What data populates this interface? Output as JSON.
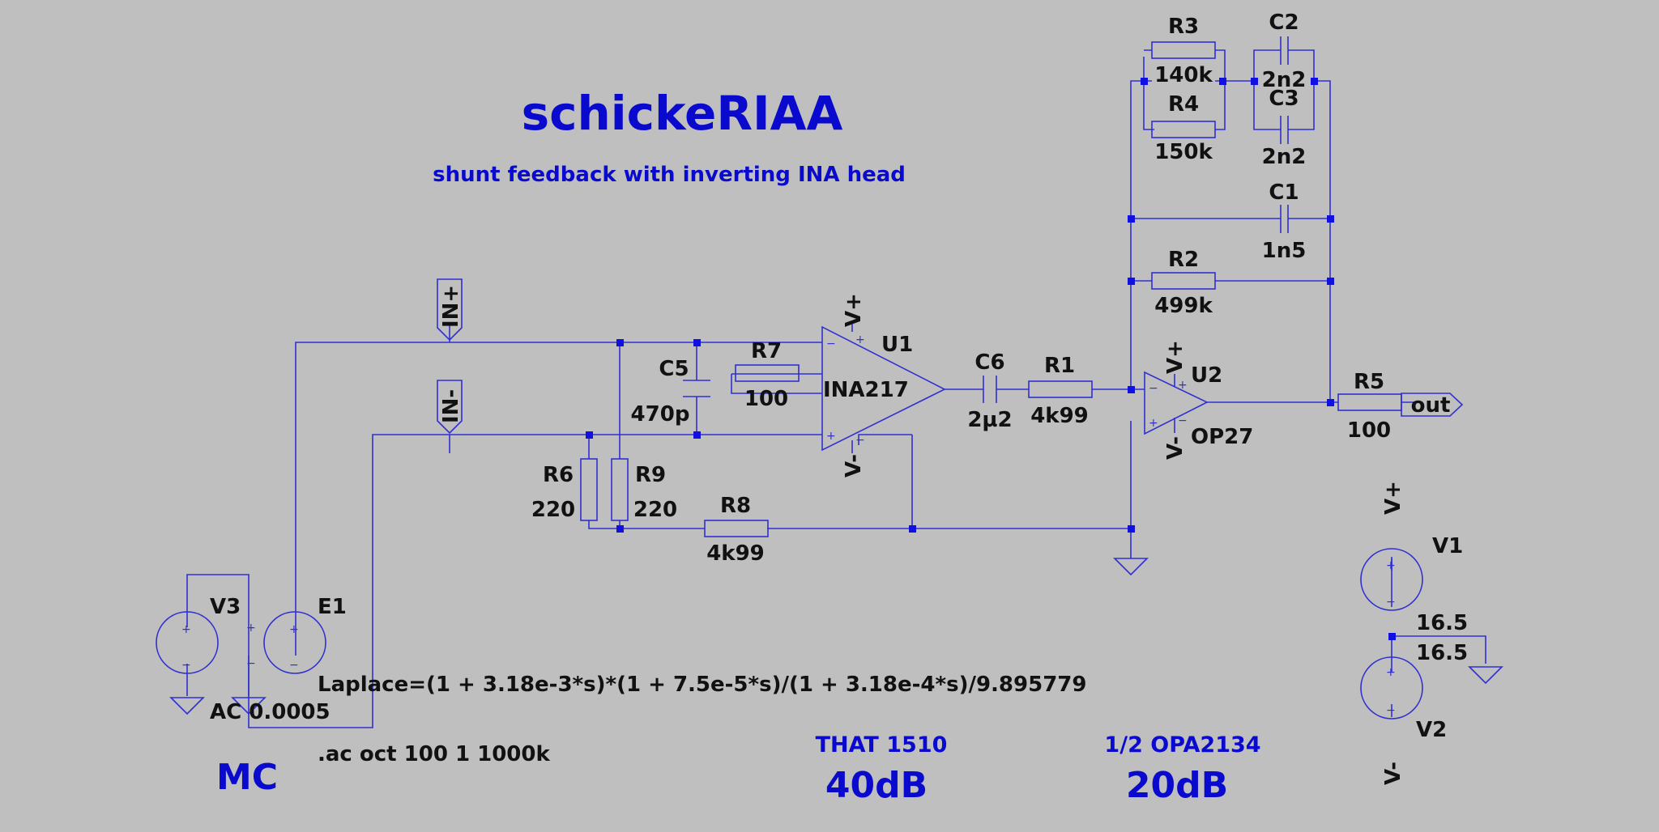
{
  "title": "schickeRIAA",
  "subtitle": "shunt feedback with inverting INA head",
  "components": {
    "R1": {
      "name": "R1",
      "value": "4k99"
    },
    "R2": {
      "name": "R2",
      "value": "499k"
    },
    "R3": {
      "name": "R3",
      "value": "140k"
    },
    "R4": {
      "name": "R4",
      "value": "150k"
    },
    "R5": {
      "name": "R5",
      "value": "100"
    },
    "R6": {
      "name": "R6",
      "value": "220"
    },
    "R7": {
      "name": "R7",
      "value": "100"
    },
    "R8": {
      "name": "R8",
      "value": "4k99"
    },
    "R9": {
      "name": "R9",
      "value": "220"
    },
    "C1": {
      "name": "C1",
      "value": "1n5"
    },
    "C2": {
      "name": "C2",
      "value": "2n2"
    },
    "C3": {
      "name": "C3",
      "value": "2n2"
    },
    "C5": {
      "name": "C5",
      "value": "470p"
    },
    "C6": {
      "name": "C6",
      "value": "2µ2"
    },
    "U1": {
      "name": "U1",
      "model": "INA217"
    },
    "U2": {
      "name": "U2",
      "model": "OP27"
    },
    "V1": {
      "name": "V1",
      "value": "16.5"
    },
    "V2": {
      "name": "V2",
      "value": "16.5"
    },
    "V3": {
      "name": "V3",
      "value": "AC 0.0005"
    },
    "E1": {
      "name": "E1",
      "value": "Laplace=(1 + 3.18e-3*s)*(1 + 7.5e-5*s)/(1 + 3.18e-4*s)/9.895779"
    }
  },
  "net_labels": {
    "in_plus": "IN+",
    "in_minus": "IN-",
    "out": "out",
    "vplus": "V+",
    "vminus": "V-"
  },
  "directive": ".ac oct 100 1 1000k",
  "annotations": {
    "mc": "MC",
    "that_part": "THAT 1510",
    "that_gain": "40dB",
    "opa_part": "1/2 OPA2134",
    "opa_gain": "20dB"
  },
  "glyphs": {
    "plus": "+",
    "minus": "−"
  }
}
